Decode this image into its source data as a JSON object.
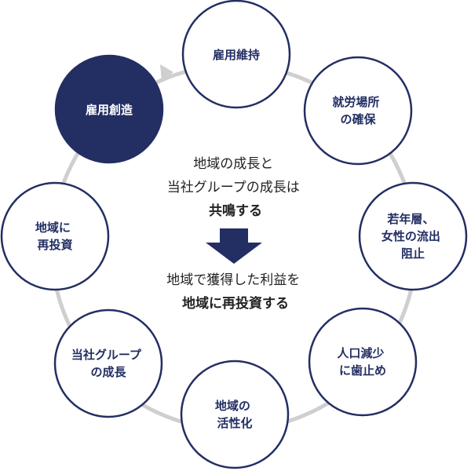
{
  "colors": {
    "navy": "#232e63",
    "ring": "#cfcfcf",
    "white": "#ffffff",
    "text": "#222222"
  },
  "nodes": [
    {
      "id": "koyo-iji",
      "lines": [
        "雇用維持"
      ],
      "filled": false
    },
    {
      "id": "shuro-basho",
      "lines": [
        "就労場所",
        "の確保"
      ],
      "filled": false
    },
    {
      "id": "jakunensou",
      "lines": [
        "若年層、",
        "女性の流出",
        "阻止"
      ],
      "filled": false
    },
    {
      "id": "jinkou-genshou",
      "lines": [
        "人口減少",
        "に歯止め"
      ],
      "filled": false
    },
    {
      "id": "chiiki-kassei",
      "lines": [
        "地域の",
        "活性化"
      ],
      "filled": false
    },
    {
      "id": "group-seichou",
      "lines": [
        "当社グループ",
        "の成長"
      ],
      "filled": false
    },
    {
      "id": "chiiki-saitoushi",
      "lines": [
        "地域に",
        "再投資"
      ],
      "filled": false
    },
    {
      "id": "koyo-sousou",
      "lines": [
        "雇用創造"
      ],
      "filled": true
    }
  ],
  "center": {
    "top_line1": "地域の成長と",
    "top_line2": "当社グループの成長は",
    "top_line3": "共鳴する",
    "bottom_line1": "地域で獲得した利益を",
    "bottom_line2": "地域に再投資する"
  }
}
